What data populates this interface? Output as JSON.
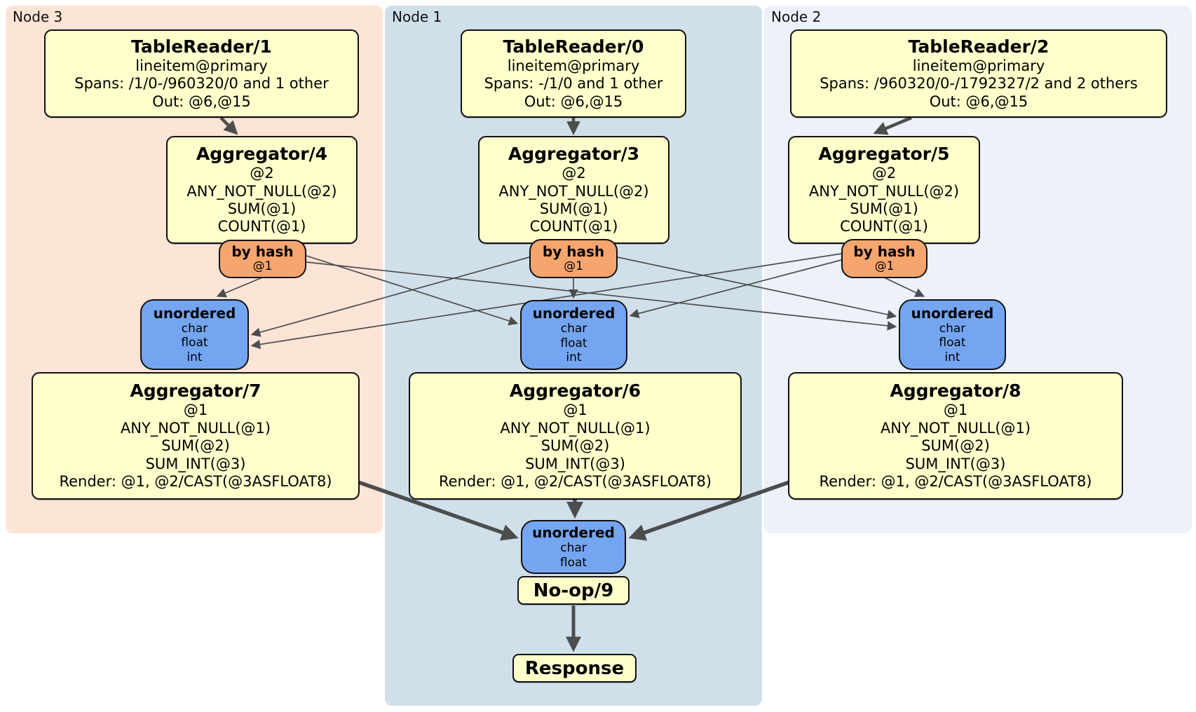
{
  "regions": {
    "node3": {
      "label": "Node 3",
      "table_reader": {
        "title": "TableReader/1",
        "rows": [
          "lineitem@primary",
          "Spans: /1/0-/960320/0 and 1 other",
          "Out: @6,@15"
        ]
      },
      "aggregator_first": {
        "title": "Aggregator/4",
        "rows": [
          "@2",
          "ANY_NOT_NULL(@2)",
          "SUM(@1)",
          "COUNT(@1)"
        ]
      },
      "hash_router": {
        "title": "by hash",
        "rows": [
          "@1"
        ]
      },
      "sync": {
        "title": "unordered",
        "rows": [
          "char",
          "float",
          "int"
        ]
      },
      "aggregator_final": {
        "title": "Aggregator/7",
        "rows": [
          "@1",
          "ANY_NOT_NULL(@1)",
          "SUM(@2)",
          "SUM_INT(@3)",
          "Render: @1, @2/CAST(@3ASFLOAT8)"
        ]
      }
    },
    "node1": {
      "label": "Node 1",
      "table_reader": {
        "title": "TableReader/0",
        "rows": [
          "lineitem@primary",
          "Spans: -/1/0 and 1 other",
          "Out: @6,@15"
        ]
      },
      "aggregator_first": {
        "title": "Aggregator/3",
        "rows": [
          "@2",
          "ANY_NOT_NULL(@2)",
          "SUM(@1)",
          "COUNT(@1)"
        ]
      },
      "hash_router": {
        "title": "by hash",
        "rows": [
          "@1"
        ]
      },
      "sync": {
        "title": "unordered",
        "rows": [
          "char",
          "float",
          "int"
        ]
      },
      "aggregator_final": {
        "title": "Aggregator/6",
        "rows": [
          "@1",
          "ANY_NOT_NULL(@1)",
          "SUM(@2)",
          "SUM_INT(@3)",
          "Render: @1, @2/CAST(@3ASFLOAT8)"
        ]
      }
    },
    "node2": {
      "label": "Node 2",
      "table_reader": {
        "title": "TableReader/2",
        "rows": [
          "lineitem@primary",
          "Spans: /960320/0-/1792327/2 and 2 others",
          "Out: @6,@15"
        ]
      },
      "aggregator_first": {
        "title": "Aggregator/5",
        "rows": [
          "@2",
          "ANY_NOT_NULL(@2)",
          "SUM(@1)",
          "COUNT(@1)"
        ]
      },
      "hash_router": {
        "title": "by hash",
        "rows": [
          "@1"
        ]
      },
      "sync": {
        "title": "unordered",
        "rows": [
          "char",
          "float",
          "int"
        ]
      },
      "aggregator_final": {
        "title": "Aggregator/8",
        "rows": [
          "@1",
          "ANY_NOT_NULL(@1)",
          "SUM(@2)",
          "SUM_INT(@3)",
          "Render: @1, @2/CAST(@3ASFLOAT8)"
        ]
      }
    }
  },
  "output": {
    "sync": {
      "title": "unordered",
      "rows": [
        "char",
        "float"
      ]
    },
    "noop": {
      "title": "No-op/9"
    },
    "response": {
      "title": "Response"
    }
  },
  "colors": {
    "node3-bg": "#fce4d6",
    "node1-bg": "#d0e0ea",
    "node2-bg": "#ecf1fa",
    "processor-bg": "#ffffcc",
    "router-bg": "#f6a56e",
    "sync-bg": "#74a5f1",
    "wire": "#4d4d4d"
  }
}
